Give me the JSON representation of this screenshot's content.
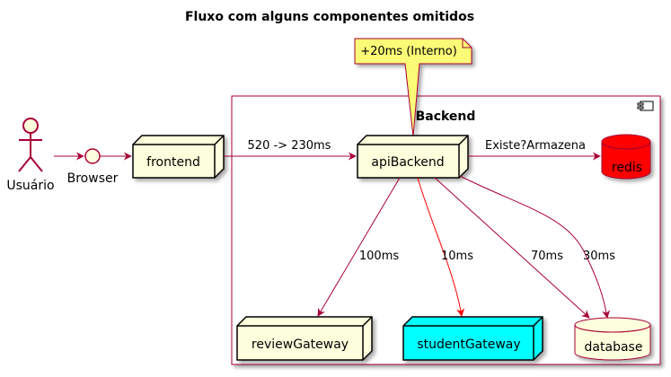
{
  "title": "Fluxo com alguns componentes omitidos",
  "colors": {
    "stroke": "#a80036",
    "node_fill": "#feffdd",
    "note_fill": "#fbfb77",
    "redis_fill": "#ff0000",
    "student_fill": "#00ffff",
    "arrow_red": "#ff0000",
    "arrow_default": "#a80036"
  },
  "nodes": {
    "actor": "Usuário",
    "interface": "Browser",
    "frontend": "frontend",
    "component": "Backend",
    "apiBackend": "apiBackend",
    "redis": "redis",
    "reviewGateway": "reviewGateway",
    "studentGateway": "studentGateway",
    "database": "database"
  },
  "note": "+20ms (Interno)",
  "edges": {
    "frontend_api": "520 -> 230ms",
    "api_redis": "Existe?Armazena",
    "api_review": "100ms",
    "api_student": "10ms",
    "api_db_1": "70ms",
    "api_db_2": "30ms"
  }
}
